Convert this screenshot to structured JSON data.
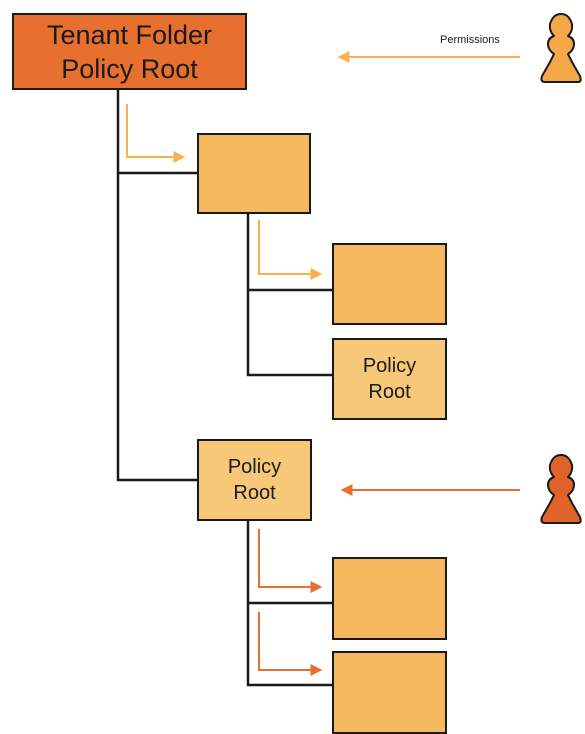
{
  "root": {
    "line1": "Tenant Folder",
    "line2": "Policy Root"
  },
  "permissions_label": "Permissions",
  "policy_root_a": {
    "line1": "Policy",
    "line2": "Root"
  },
  "policy_root_b": {
    "line1": "Policy",
    "line2": "Root"
  },
  "icons": {
    "user_top": "user-pawn-icon",
    "user_bottom": "user-pawn-icon"
  },
  "colors": {
    "root_fill": "#e8702f",
    "box_fill": "#f6b95f",
    "policy_fill": "#f7c878",
    "light_arrow": "#f7b24e",
    "dark_arrow": "#e8702f",
    "user_top": "#f5a84a",
    "user_bottom": "#e0642a",
    "line": "#1a1a1a"
  }
}
